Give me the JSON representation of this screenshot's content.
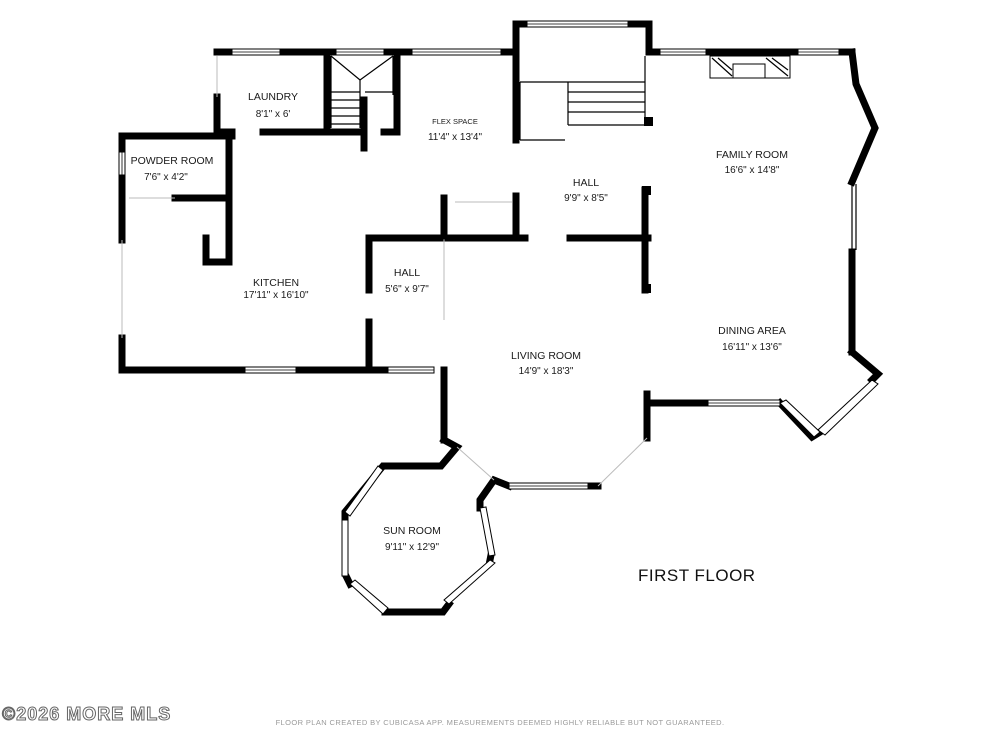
{
  "floor_title": "FIRST FLOOR",
  "watermark": "©2026 MORE MLS",
  "footer_note": "FLOOR PLAN CREATED BY CUBICASA APP. MEASUREMENTS DEEMED HIGHLY RELIABLE BUT NOT GUARANTEED.",
  "rooms": {
    "laundry": {
      "name": "LAUNDRY",
      "dims": "8'1\" x 6'"
    },
    "flex_space": {
      "name": "FLEX SPACE",
      "dims": "11'4\" x 13'4\""
    },
    "powder_room": {
      "name": "POWDER ROOM",
      "dims": "7'6\" x 4'2\""
    },
    "hall_upper": {
      "name": "HALL",
      "dims": "9'9\" x 8'5\""
    },
    "family_room": {
      "name": "FAMILY ROOM",
      "dims": "16'6\" x 14'8\""
    },
    "kitchen": {
      "name": "KITCHEN",
      "dims": "17'11\" x 16'10\""
    },
    "hall_lower": {
      "name": "HALL",
      "dims": "5'6\" x 9'7\""
    },
    "dining_area": {
      "name": "DINING AREA",
      "dims": "16'11\" x 13'6\""
    },
    "living_room": {
      "name": "LIVING ROOM",
      "dims": "14'9\" x 18'3\""
    },
    "sun_room": {
      "name": "SUN ROOM",
      "dims": "9'11\" x 12'9\""
    }
  }
}
